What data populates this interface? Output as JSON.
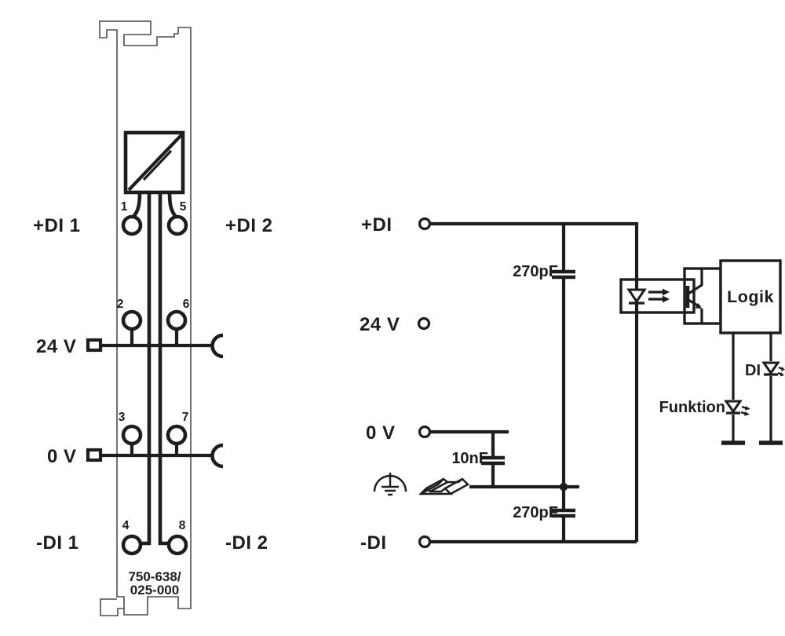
{
  "colors": {
    "ink": "#1d1d1b",
    "outline": "#4d4d4d",
    "bg": "#ffffff"
  },
  "module": {
    "part_number_line1": "750-638/",
    "part_number_line2": "025-000",
    "left_labels": {
      "di1": "+DI 1",
      "v24": "24 V",
      "v0": "0 V",
      "di1n": "-DI 1"
    },
    "right_labels": {
      "di2": "+DI 2",
      "di2n": "-DI 2"
    },
    "terminal_numbers": {
      "t1": "1",
      "t2": "2",
      "t3": "3",
      "t4": "4",
      "t5": "5",
      "t6": "6",
      "t7": "7",
      "t8": "8"
    }
  },
  "schematic": {
    "terminals": {
      "pdi": "+DI",
      "v24": "24 V",
      "v0": "0 V",
      "ndi": "-DI"
    },
    "capacitors": {
      "c_top": "270pF",
      "c_mid": "10nF",
      "c_bottom": "270pF"
    },
    "logic_block": "Logik",
    "leds": {
      "di": "DI",
      "funktion": "Funktion"
    }
  }
}
